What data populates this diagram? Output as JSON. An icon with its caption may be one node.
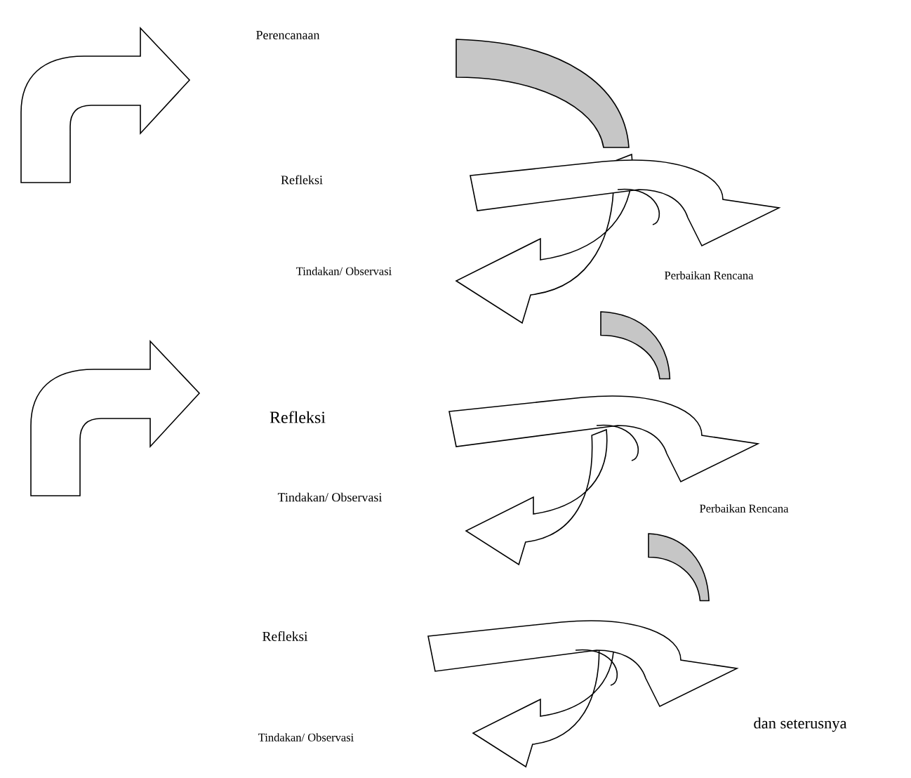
{
  "diagram": {
    "labels": [
      "Perencanaan",
      "Refleksi",
      "Tindakan/ Observasi",
      "Perbaikan Rencana",
      "Refleksi",
      "Tindakan/ Observasi",
      "Perbaikan Rencana",
      "Refleksi",
      "Tindakan/ Observasi",
      "dan seterusnya"
    ]
  }
}
